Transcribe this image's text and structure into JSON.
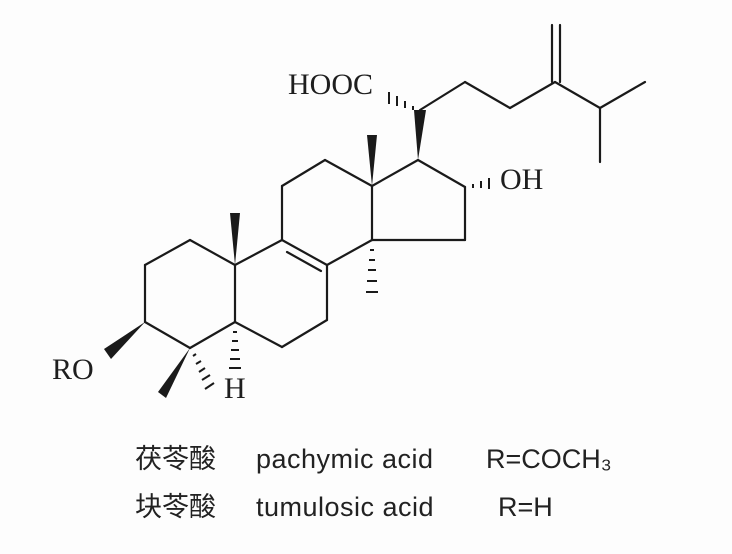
{
  "diagram": {
    "type": "chemical-structure",
    "compound_skeleton": "lanostane-type triterpenoid acid",
    "labels": {
      "carboxyl": "HOOC",
      "hydroxyl": "OH",
      "ester_or_hydroxyl": "RO",
      "hydrogen": "H"
    },
    "colors": {
      "line": "#1a1a1a",
      "background": "#fdfdfd"
    }
  },
  "legend": {
    "rows": [
      {
        "chinese_name": "茯苓酸",
        "english_name": "pachymic acid",
        "r_group": "R=COCH₃"
      },
      {
        "chinese_name": "块苓酸",
        "english_name": "tumulosic acid",
        "r_group": "R=H"
      }
    ]
  }
}
